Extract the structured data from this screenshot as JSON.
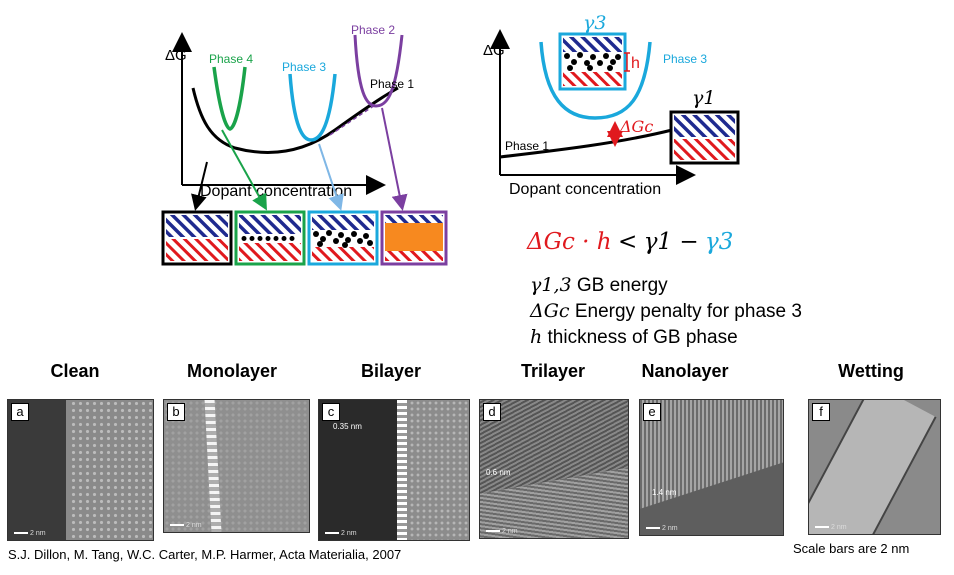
{
  "left_diagram": {
    "y_label": "ΔG",
    "x_label": "Dopant concentration",
    "phase_labels": [
      "Phase 4",
      "Phase 3",
      "Phase 2",
      "Phase 1"
    ]
  },
  "right_diagram": {
    "y_label": "ΔG",
    "x_label": "Dopant concentration",
    "gamma3_label": "γ3",
    "gamma1_label": "γ1",
    "h_label": "h",
    "phase3_label": "Phase 3",
    "phase1_label": "Phase 1",
    "delta_gc_label": "ΔGc"
  },
  "equation": {
    "lhs": "ΔGc · h",
    "op": "<",
    "rhs1": "γ1 −",
    "rhs2": "γ3"
  },
  "legend": [
    {
      "symbol": "γ1,3",
      "text": "GB energy"
    },
    {
      "symbol": "ΔGc",
      "text": "Energy penalty for phase 3"
    },
    {
      "symbol": "h",
      "text": "thickness of GB phase"
    }
  ],
  "panels": [
    {
      "title": "Clean",
      "label": "a",
      "annotation": ""
    },
    {
      "title": "Monolayer",
      "label": "b",
      "annotation": ""
    },
    {
      "title": "Bilayer",
      "label": "c",
      "annotation": "0.35 nm"
    },
    {
      "title": "Trilayer",
      "label": "d",
      "annotation": "0.6 nm"
    },
    {
      "title": "Nanolayer",
      "label": "e",
      "annotation": "1.4 nm"
    },
    {
      "title": "Wetting",
      "label": "f",
      "annotation": ""
    }
  ],
  "scale_bar_text": "2 nm",
  "citation": "S.J. Dillon, M. Tang, W.C. Carter, M.P. Harmer, Acta Materialia, 2007",
  "scale_note": "Scale bars are 2 nm",
  "colors": {
    "phase4": "#1aa34a",
    "phase3": "#1aa8dc",
    "phase2": "#7b3fa0",
    "red": "#e0191e",
    "navy": "#1f2a8f",
    "orange": "#f7891f"
  }
}
